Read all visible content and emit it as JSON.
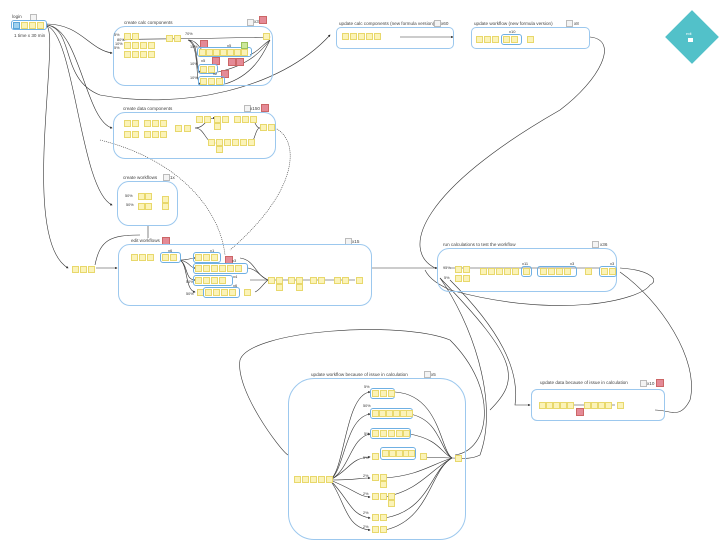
{
  "diagram": {
    "type": "process-mining-flow",
    "start": {
      "label": "login",
      "duration": "1 time x 30 min"
    },
    "end_node": {
      "label": "exit"
    },
    "groups": [
      {
        "id": "calc",
        "label": "create calc components",
        "count": "x37",
        "flag": true,
        "branches": [
          "5%",
          "80%",
          "10%",
          "5%"
        ],
        "paths": [
          "70%",
          "10%",
          "10%",
          "10%"
        ],
        "loops": [
          "x5",
          "x5",
          "x2"
        ]
      },
      {
        "id": "data",
        "label": "create data components",
        "count": "x150",
        "flag": true
      },
      {
        "id": "workflows",
        "label": "create workflows",
        "count": "1x",
        "flag": false,
        "branches": [
          "50%",
          "50%"
        ]
      },
      {
        "id": "edit",
        "label": "edit workflows",
        "count": "x15",
        "flag": true,
        "branches": [
          "50%",
          "50%",
          "50%"
        ],
        "loops": [
          "x6",
          "x1",
          "x3",
          "x4",
          "x6"
        ]
      },
      {
        "id": "updcalc",
        "label": "update calc components (new formula version)",
        "count": "x60",
        "flag": false
      },
      {
        "id": "updwf",
        "label": "update workflow (new formula version)",
        "count": "x8",
        "flag": false,
        "loops": [
          "x10"
        ]
      },
      {
        "id": "run",
        "label": "run calculations to test the workflow",
        "count": "x36",
        "flag": false,
        "branches": [
          "95%",
          "5%"
        ],
        "loops": [
          "x11",
          "x3",
          "x3"
        ]
      },
      {
        "id": "updwfissue",
        "label": "update workflow because of issue in calculation",
        "count": "x5",
        "flag": false,
        "branches": [
          "5%",
          "50%",
          "5%",
          "5%",
          "2%",
          "2%",
          "2%",
          "2%"
        ]
      },
      {
        "id": "upddata",
        "label": "update data because of issue in calculation",
        "count": "x10",
        "flag": true
      }
    ],
    "colors": {
      "group_border": "#9cc8ee",
      "step_fill": "#fbf3b8",
      "flag": "#e48a96",
      "end": "#52c1c9"
    }
  }
}
